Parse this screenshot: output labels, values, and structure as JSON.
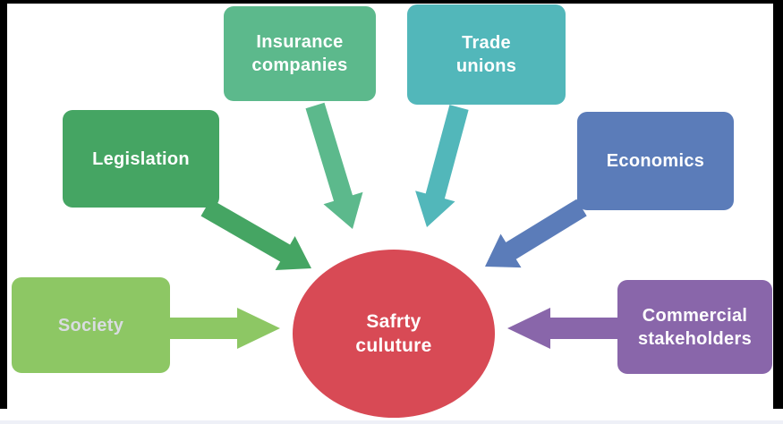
{
  "canvas": {
    "background": "#ffffff",
    "frame_color": "#000000",
    "bottom_line_color": "#eef0f7"
  },
  "center": {
    "label": "Safrty culuture",
    "lines": [
      "Safrty",
      "culuture"
    ],
    "color": "#d84a55",
    "text_color": "#ffffff"
  },
  "nodes": [
    {
      "id": "insurance-companies",
      "label": "Insurance companies",
      "lines": [
        "Insurance",
        "companies"
      ],
      "color": "#5cb98c",
      "text_color": "#ffffff",
      "arrow_color": "#5cb98c"
    },
    {
      "id": "trade-unions",
      "label": "Trade unions",
      "lines": [
        "Trade",
        "unions"
      ],
      "color": "#52b7ba",
      "text_color": "#ffffff",
      "arrow_color": "#52b7ba"
    },
    {
      "id": "legislation",
      "label": "Legislation",
      "lines": [
        "Legislation"
      ],
      "color": "#45a563",
      "text_color": "#ffffff",
      "arrow_color": "#45a563"
    },
    {
      "id": "economics",
      "label": "Economics",
      "lines": [
        "Economics"
      ],
      "color": "#5b7cb9",
      "text_color": "#ffffff",
      "arrow_color": "#5b7cb9"
    },
    {
      "id": "society",
      "label": "Society",
      "lines": [
        "Society"
      ],
      "color": "#8dc764",
      "text_color": "#d9dce1",
      "arrow_color": "#8dc764"
    },
    {
      "id": "commercial-stakeholders",
      "label": "Commercial stakeholders",
      "lines": [
        "Commercial",
        "stakeholders"
      ],
      "color": "#8966aa",
      "text_color": "#ffffff",
      "arrow_color": "#8966aa"
    }
  ]
}
